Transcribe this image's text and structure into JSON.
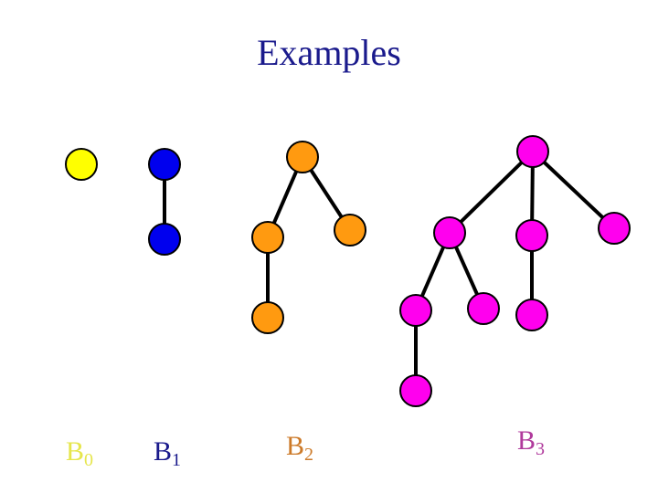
{
  "title": "Examples",
  "trees": [
    {
      "label": {
        "base": "B",
        "sub": "0"
      },
      "color": "#ffff00",
      "label_color": "#e6e64d"
    },
    {
      "label": {
        "base": "B",
        "sub": "1"
      },
      "color": "#0000ee",
      "label_color": "#1a1a8c"
    },
    {
      "label": {
        "base": "B",
        "sub": "2"
      },
      "color": "#ff9a10",
      "label_color": "#cc7a29"
    },
    {
      "label": {
        "base": "B",
        "sub": "3"
      },
      "color": "#ff00ee",
      "label_color": "#b03a9c"
    }
  ]
}
